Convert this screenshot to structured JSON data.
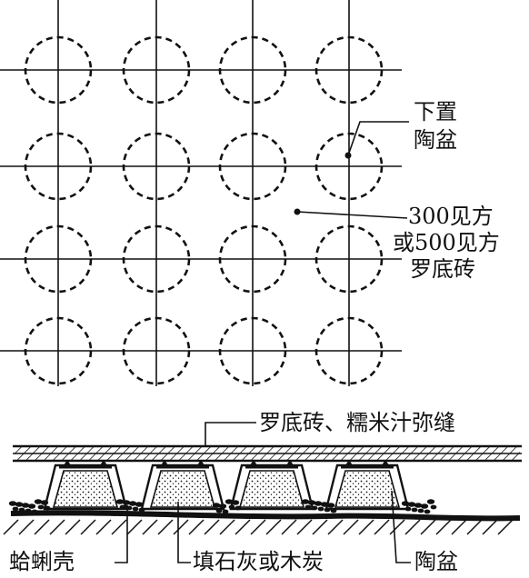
{
  "plan": {
    "rows": 4,
    "cols": 4,
    "labels": {
      "pot_line1": "下置",
      "pot_line2": "陶盆",
      "brick_line1": "300见方",
      "brick_line2": "或500见方",
      "brick_line3": "罗底砖"
    }
  },
  "section": {
    "labels": {
      "top": "罗底砖、糯米汁弥缝",
      "shell": "蛤蜊壳",
      "fill": "填石灰或木炭",
      "pot": "陶盆"
    }
  },
  "colors": {
    "ink": "#111111",
    "background": "#ffffff"
  }
}
